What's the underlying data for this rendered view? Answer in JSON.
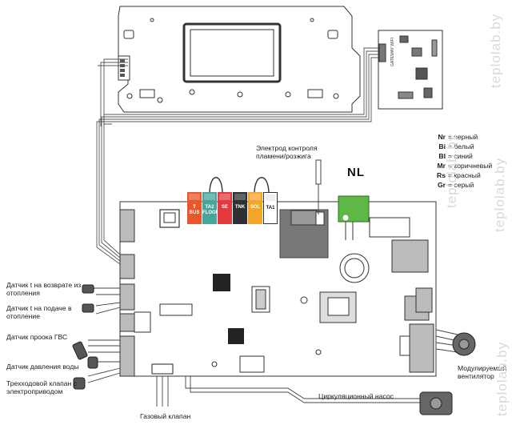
{
  "colors": {
    "bus": "#e8562a",
    "ta2floor": "#47a59b",
    "se": "#e03a3e",
    "tnk": "#2f3033",
    "sol": "#f3a529",
    "ta1": "#ffffff",
    "nl_block": "#5db845",
    "board_outline": "#333333",
    "watermark": "#d0d0d0"
  },
  "legend": [
    {
      "code": "Nr",
      "desc": "черный"
    },
    {
      "code": "Bi",
      "desc": "белый"
    },
    {
      "code": "Bl",
      "desc": "синий"
    },
    {
      "code": "Mr",
      "desc": "коричневый"
    },
    {
      "code": "Rs",
      "desc": "красный"
    },
    {
      "code": "Gr",
      "desc": "серый"
    }
  ],
  "labels": {
    "electrode": "Электрод контроля пламени/розжига",
    "nl": "NL",
    "gateway": "GATEWAY WIFI",
    "return_sensor": "Датчик t на возврате из отопления",
    "flow_sensor": "Датчик t на подаче в отопление",
    "dhw_flow": "Датчик проока ГВС",
    "pressure": "Датчик давления воды",
    "three_way": "Трехходовой клапан с электроприводом",
    "gas_valve": "Газовый клапан",
    "pump": "Циркуляционный насос",
    "fan": "Модулируемый вентилятор"
  },
  "terminals": [
    {
      "line1": "T",
      "line2": "BUS",
      "color_key": "bus"
    },
    {
      "line1": "TA2",
      "line2": "FLOOR",
      "color_key": "ta2floor"
    },
    {
      "line1": "",
      "line2": "SE",
      "color_key": "se"
    },
    {
      "line1": "",
      "line2": "TNK",
      "color_key": "tnk"
    },
    {
      "line1": "",
      "line2": "SOL",
      "color_key": "sol"
    },
    {
      "line1": "",
      "line2": "TA1",
      "color_key": "ta1"
    }
  ],
  "watermark": "teplolab.by"
}
